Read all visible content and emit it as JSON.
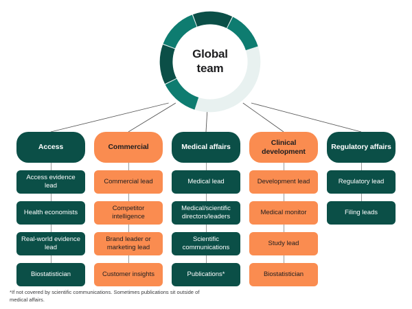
{
  "hub": {
    "label_line1": "Global",
    "label_line2": "team",
    "name": "Global team",
    "ring": {
      "track_color": "#e8f1f0",
      "segments": [
        {
          "name": "left-upper",
          "color": "#0e7c70"
        },
        {
          "name": "left-lower",
          "color": "#0b4f47"
        },
        {
          "name": "bottom-center",
          "color": "#0e7c70"
        },
        {
          "name": "right-lower",
          "color": "#0b4f47"
        },
        {
          "name": "right-upper",
          "color": "#0e7c70"
        }
      ]
    }
  },
  "colors": {
    "teal": "#0b4f47",
    "teal_mid": "#0e7c70",
    "teal_light": "#e8f1f0",
    "orange": "#fa8c50",
    "connector": "#555555",
    "text_dark": "#1d1d1f",
    "text_light": "#ffffff",
    "background": "#ffffff"
  },
  "columns": [
    {
      "header": "Access",
      "theme": "teal",
      "items": [
        "Access evidence lead",
        "Health economists",
        "Real-world evidence lead",
        "Biostatistician"
      ]
    },
    {
      "header": "Commercial",
      "theme": "orange",
      "items": [
        "Commercial lead",
        "Competitor intelligence",
        "Brand leader or marketing lead",
        "Customer insights"
      ]
    },
    {
      "header": "Medical affairs",
      "theme": "teal",
      "items": [
        "Medical lead",
        "Medical/scientific directors/leaders",
        "Scientific communications",
        "Publications*"
      ]
    },
    {
      "header": "Clinical development",
      "theme": "orange",
      "items": [
        "Development lead",
        "Medical monitor",
        "Study lead",
        "Biostatistician"
      ]
    },
    {
      "header": "Regulatory affairs",
      "theme": "teal",
      "items": [
        "Regulatory lead",
        "Filing leads"
      ]
    }
  ],
  "footnote": "*If not covered by scientific communications.  Sometimes publications sit outside of medical affairs."
}
